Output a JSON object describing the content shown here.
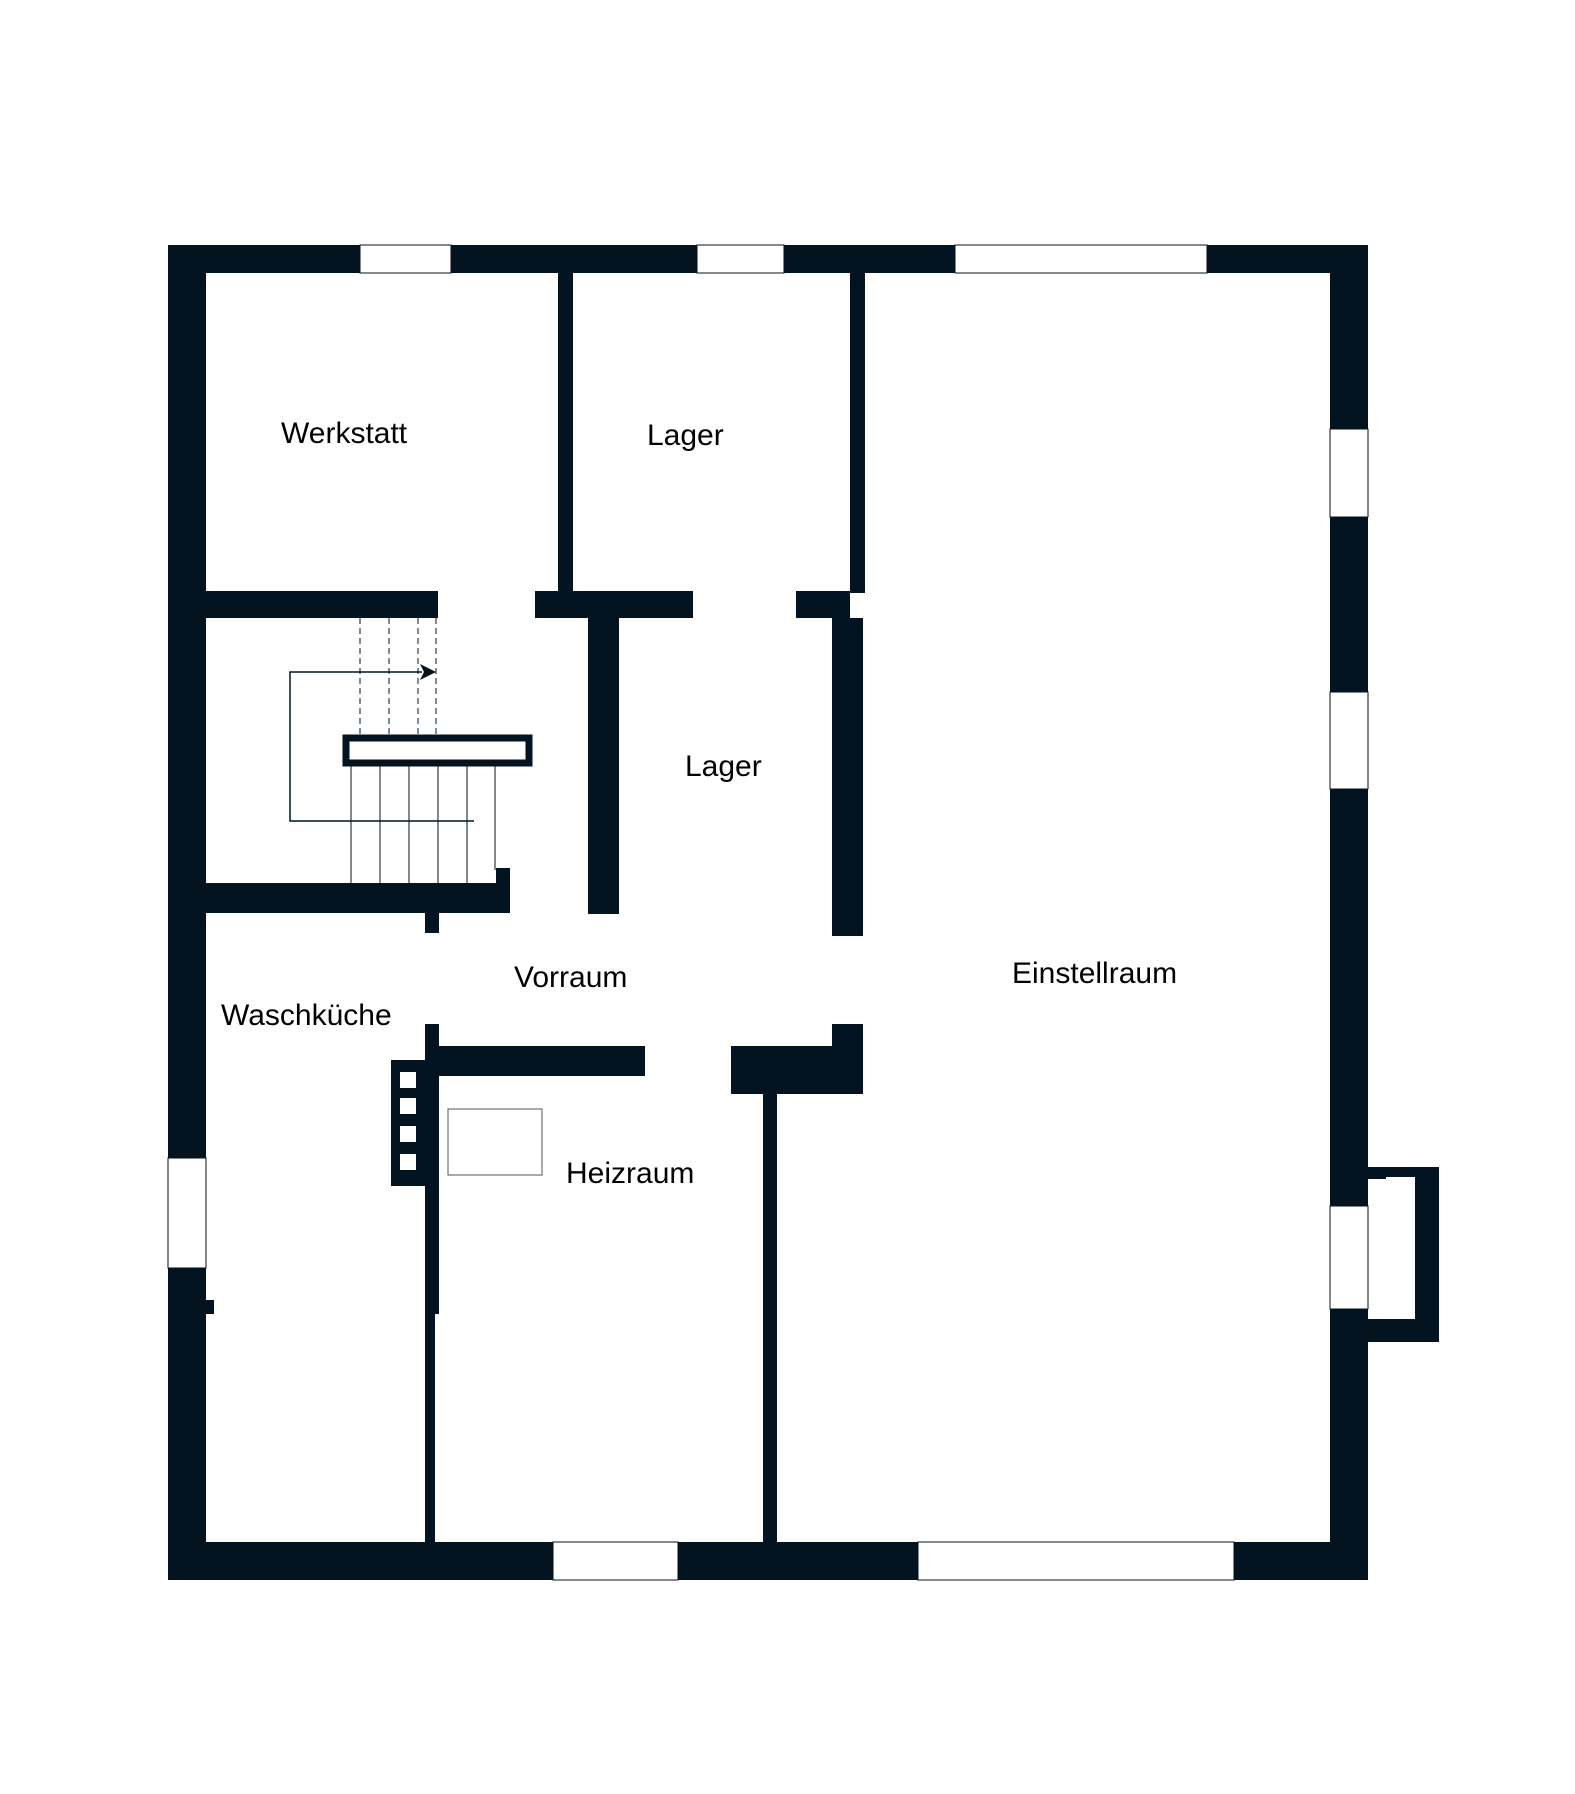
{
  "colors": {
    "wall": "#03131f",
    "background": "#ffffff"
  },
  "rooms": {
    "werkstatt": "Werkstatt",
    "lager_top": "Lager",
    "lager_mid": "Lager",
    "vorraum": "Vorraum",
    "waschkueche": "Waschküche",
    "heizraum": "Heizraum",
    "einstellraum": "Einstellraum"
  }
}
